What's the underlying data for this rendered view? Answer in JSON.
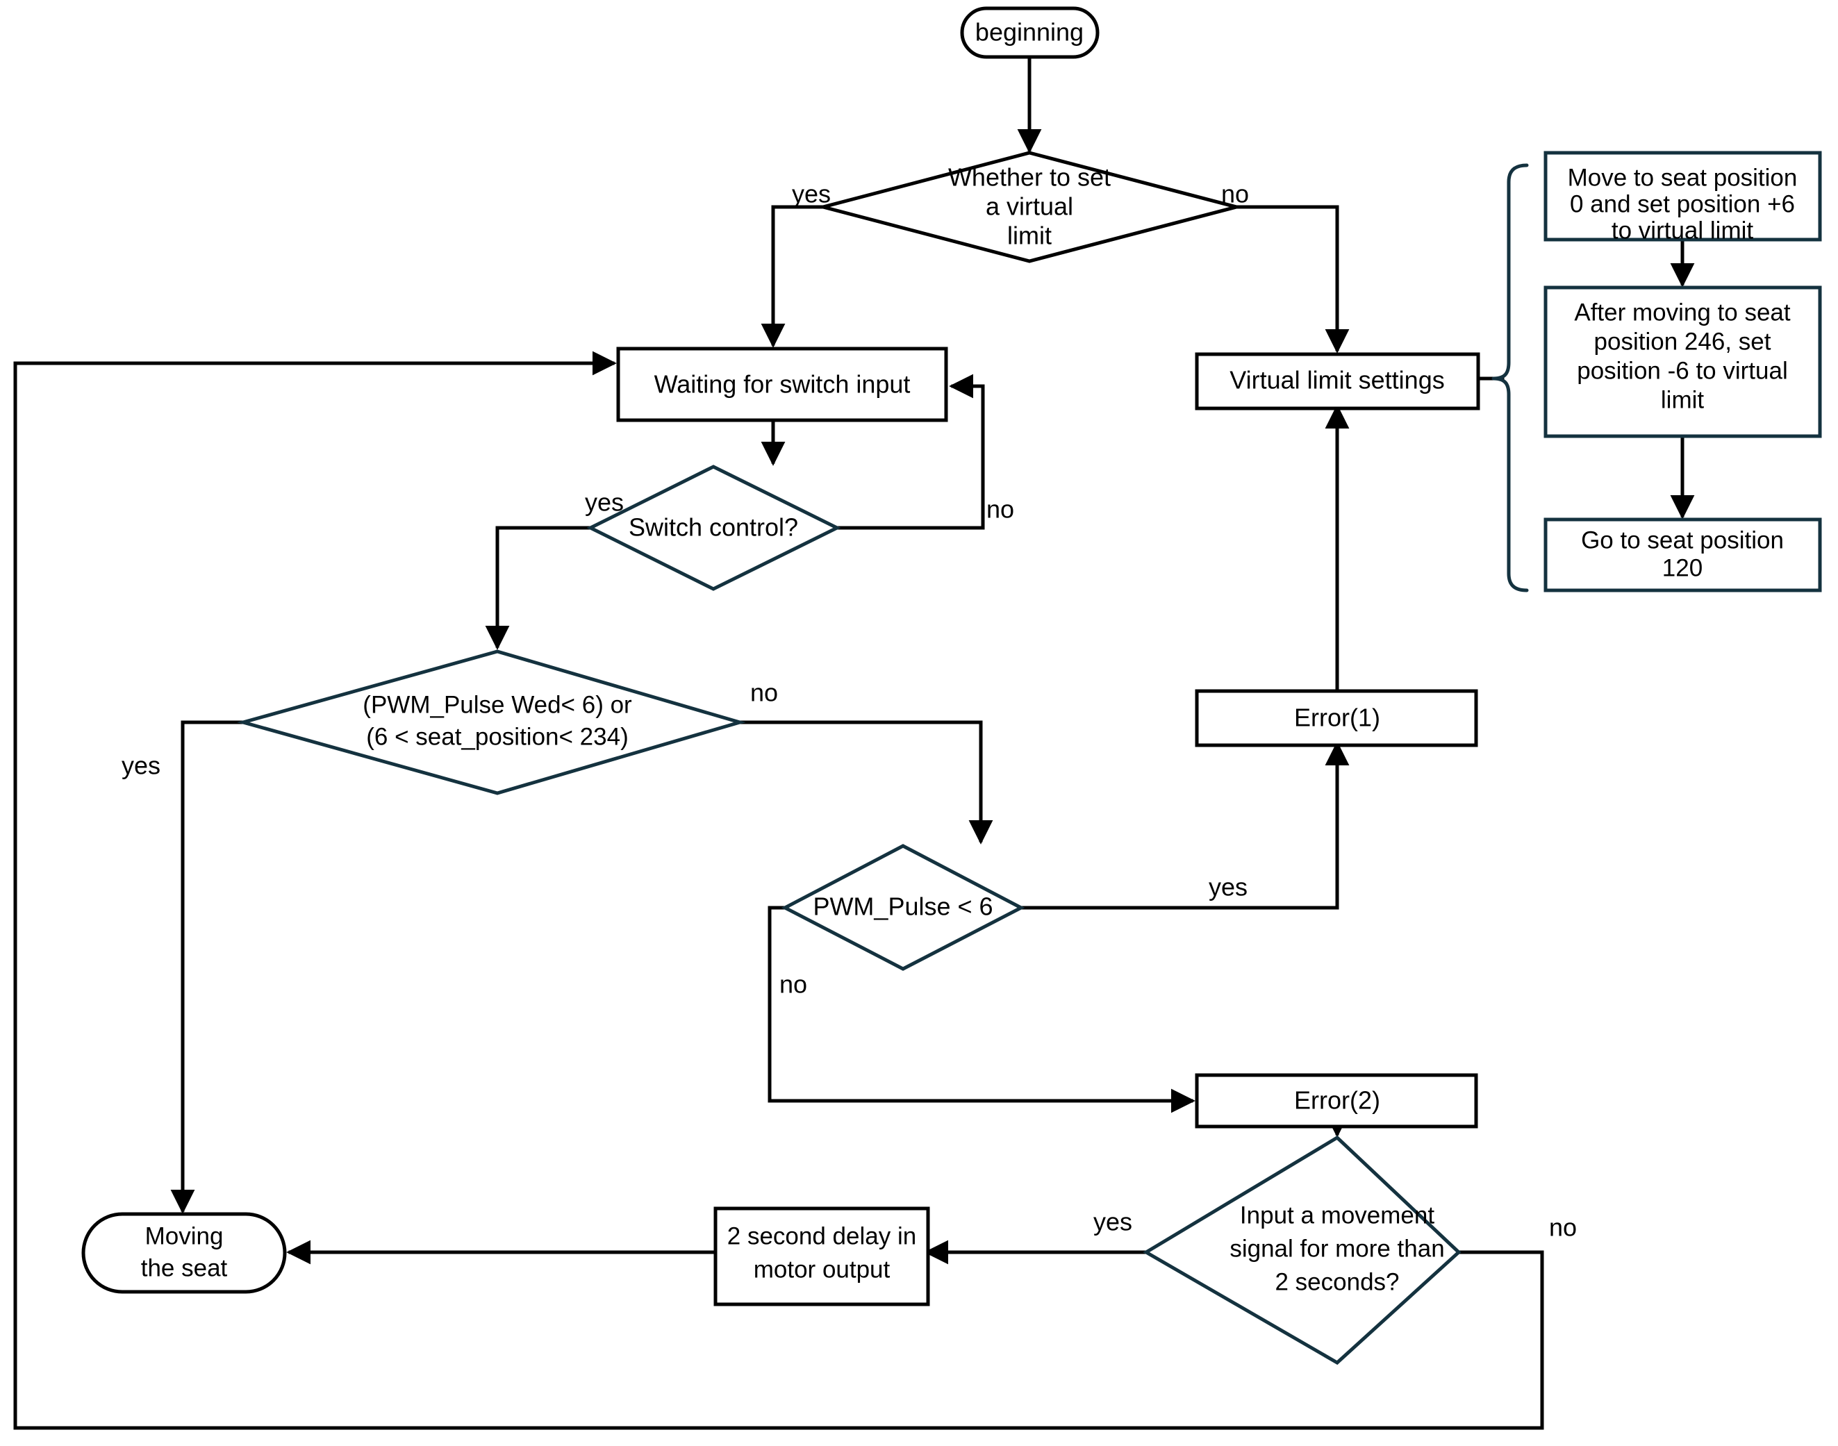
{
  "diagram": {
    "type": "flowchart",
    "title": "Seat control virtual limit flowchart",
    "background_color": "#ffffff",
    "line_color": "#000000",
    "accent_color": "#14323f"
  },
  "nodes": {
    "beginning": {
      "label": "beginning",
      "shape": "terminator"
    },
    "whether_virtual_limit": {
      "line1": "Whether to set",
      "line2": "a virtual",
      "line3": "limit",
      "shape": "decision"
    },
    "waiting_switch": {
      "label": "Waiting for switch input",
      "shape": "process"
    },
    "virtual_limit_settings": {
      "label": "Virtual limit settings",
      "shape": "process"
    },
    "move_seat_0": {
      "line1": "Move to seat position",
      "line2": "0 and set position +6",
      "line3": "to virtual limit",
      "shape": "process"
    },
    "after_moving_246": {
      "line1": "After moving to seat",
      "line2": "position 246, set",
      "line3": "position -6  to virtual",
      "line4": "limit",
      "shape": "process"
    },
    "go_to_120": {
      "line1": "Go to seat position",
      "line2": "120",
      "shape": "process"
    },
    "switch_control": {
      "label": "Switch control?",
      "shape": "decision"
    },
    "pwm_or_seat": {
      "line1": "(PWM_Pulse Wed< 6) or",
      "line2": "(6 < seat_position< 234)",
      "shape": "decision"
    },
    "error1": {
      "label": "Error(1)",
      "shape": "process"
    },
    "pwm_pulse_lt6": {
      "label": "PWM_Pulse < 6",
      "shape": "decision"
    },
    "error2": {
      "label": "Error(2)",
      "shape": "process"
    },
    "input_movement": {
      "line1": "Input a movement",
      "line2": "signal for more than",
      "line3": "2 seconds?",
      "shape": "decision"
    },
    "delay_2s": {
      "line1": "2 second delay in",
      "line2": "motor output",
      "shape": "process"
    },
    "moving_seat": {
      "line1": "Moving",
      "line2": "the seat",
      "shape": "terminator"
    }
  },
  "edge_labels": {
    "virtual_limit_yes": "yes",
    "virtual_limit_no": "no",
    "switch_control_yes": "yes",
    "switch_control_no": "no",
    "pwm_or_seat_yes": "yes",
    "pwm_or_seat_no": "no",
    "pwm_lt6_yes": "yes",
    "pwm_lt6_no": "no",
    "input_movement_yes": "yes",
    "input_movement_no": "no"
  }
}
